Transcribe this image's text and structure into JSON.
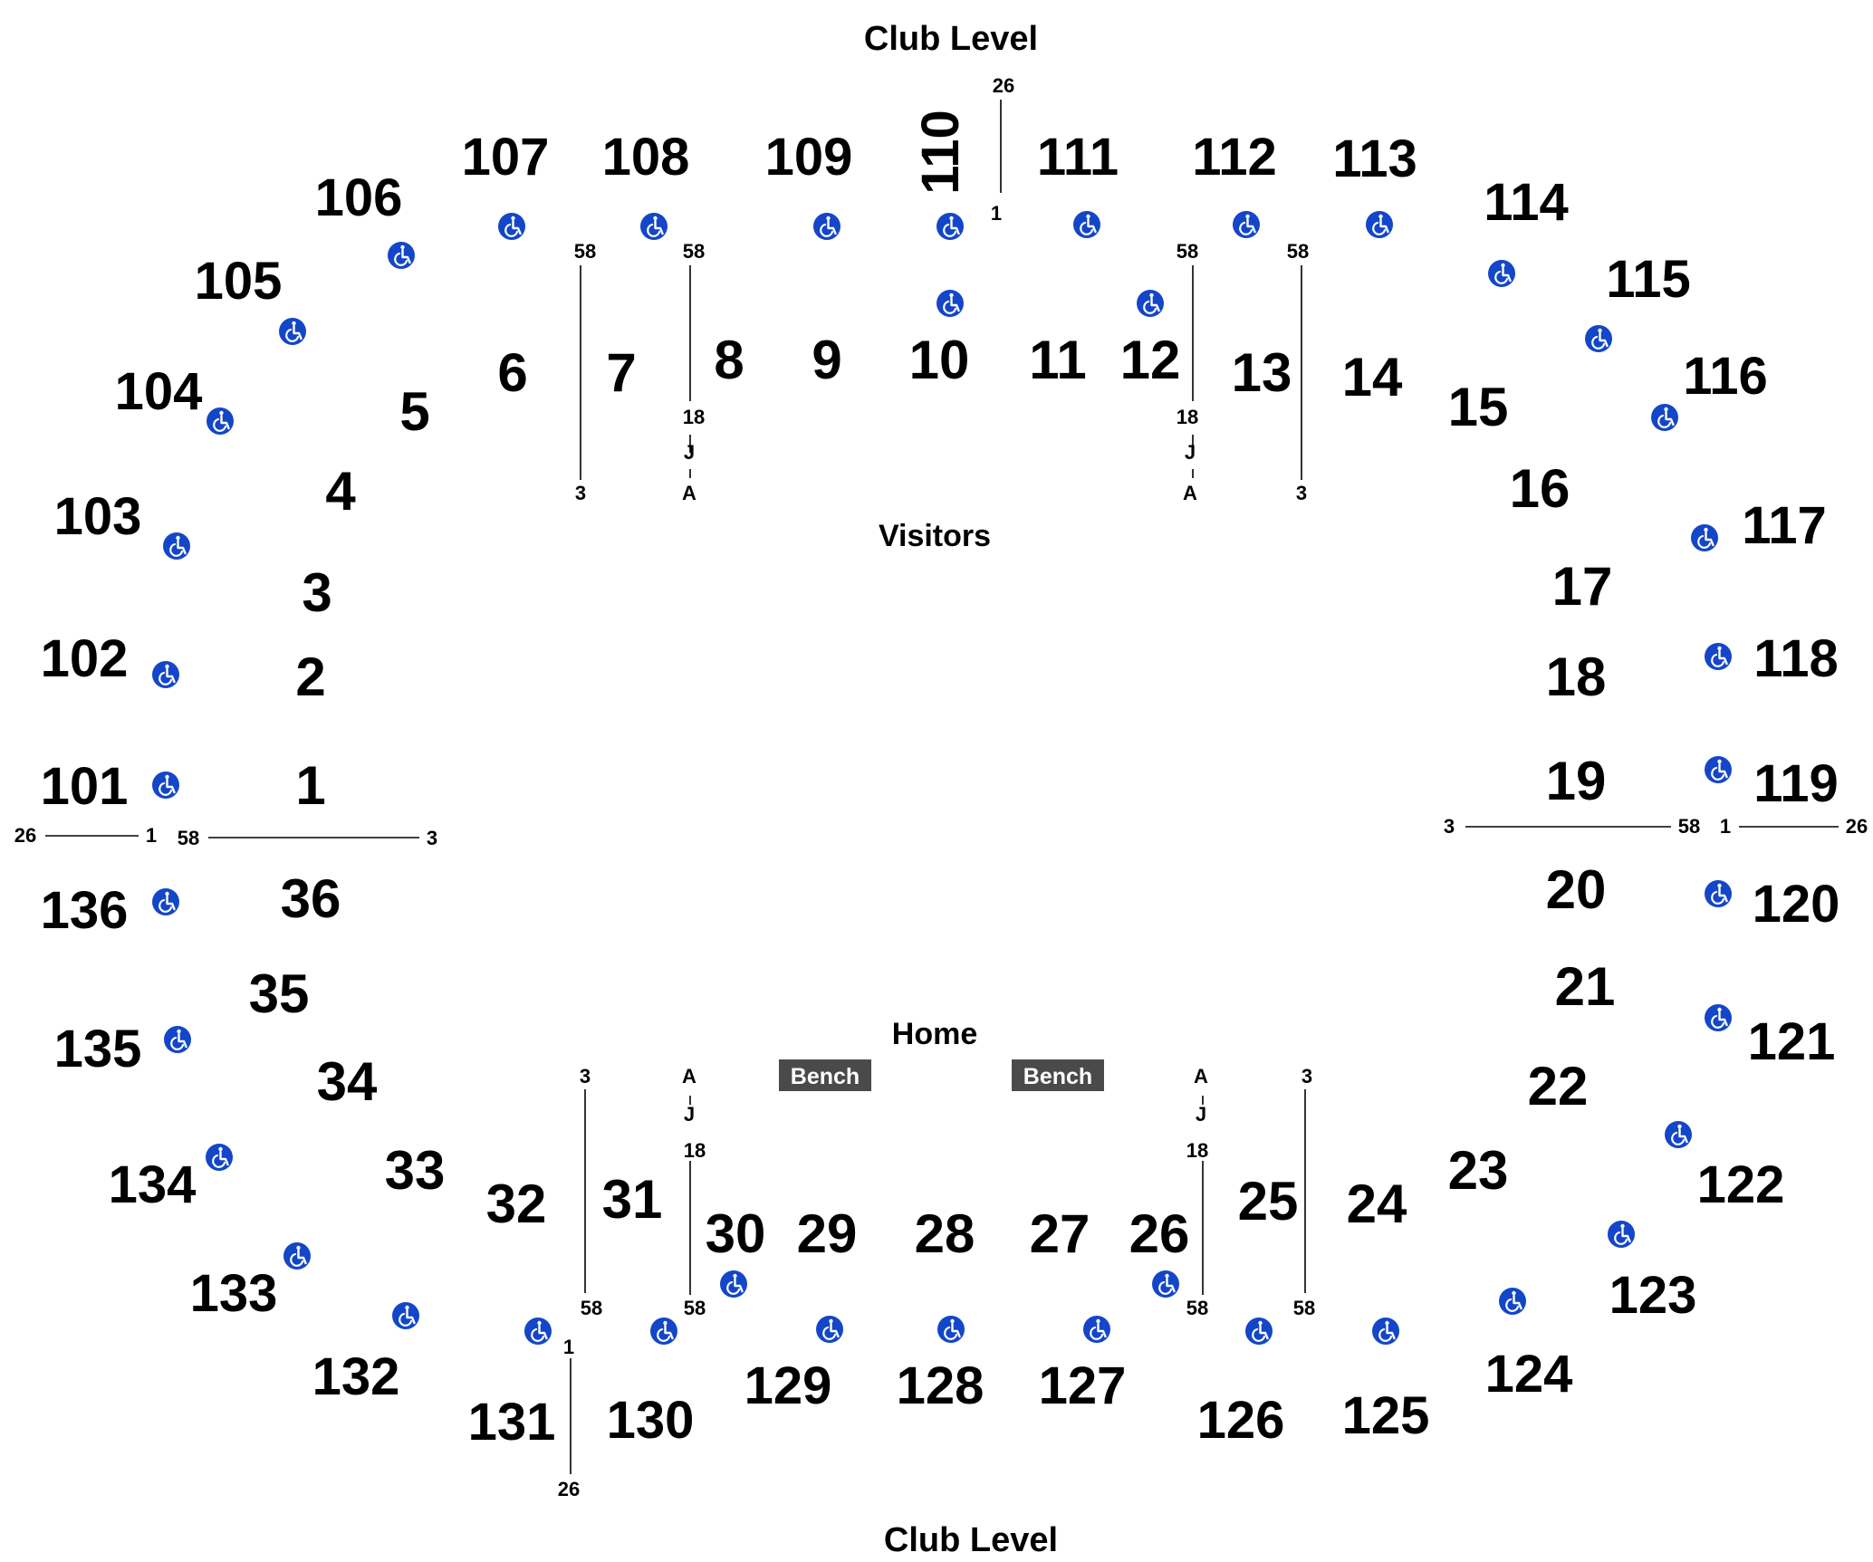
{
  "labels": {
    "club_level_top": "Club Level",
    "club_level_bottom": "Club Level",
    "visitors": "Visitors",
    "home": "Home",
    "bench_1": "Bench",
    "bench_2": "Bench"
  },
  "sections": {
    "lower": [
      "1",
      "2",
      "3",
      "4",
      "5",
      "6",
      "7",
      "8",
      "9",
      "10",
      "11",
      "12",
      "13",
      "14",
      "15",
      "16",
      "17",
      "18",
      "19",
      "20",
      "21",
      "22",
      "23",
      "24",
      "25",
      "26",
      "27",
      "28",
      "29",
      "30",
      "31",
      "32",
      "33",
      "34",
      "35",
      "36"
    ],
    "upper": [
      "101",
      "102",
      "103",
      "104",
      "105",
      "106",
      "107",
      "108",
      "109",
      "110",
      "111",
      "112",
      "113",
      "114",
      "115",
      "116",
      "117",
      "118",
      "119",
      "120",
      "121",
      "122",
      "123",
      "124",
      "125",
      "126",
      "127",
      "128",
      "129",
      "130",
      "131",
      "132",
      "133",
      "134",
      "135",
      "136"
    ]
  },
  "row_markers": {
    "top_left_3": "58",
    "top_left_3_end": "3",
    "top_left_8": "58",
    "top_left_8_mid": "18",
    "top_left_8_j": "J",
    "top_left_8_a": "A",
    "top_right_12": "58",
    "top_right_12_mid": "18",
    "top_right_12_j": "J",
    "top_right_12_a": "A",
    "top_right_13": "58",
    "top_right_13_end": "3",
    "top_110_a": "26",
    "top_110_b": "1",
    "left_upper_a": "26",
    "left_upper_b": "1",
    "left_lower_a": "58",
    "left_lower_b": "3",
    "right_lower_a": "3",
    "right_lower_b": "58",
    "right_upper_a": "1",
    "right_upper_b": "26",
    "bot_left_3": "3",
    "bot_left_58": "58",
    "bot_left_a": "A",
    "bot_left_j": "J",
    "bot_left_18": "18",
    "bot_left_58b": "58",
    "bot_right_a": "A",
    "bot_right_j": "J",
    "bot_right_18": "18",
    "bot_right_58": "58",
    "bot_right_3": "3",
    "bot_right_58b": "58",
    "bot_131_a": "1",
    "bot_131_b": "26"
  },
  "colors": {
    "accessible": "#1346c8",
    "bench": "#4a4a4a",
    "text": "#000000"
  },
  "icons": {
    "accessible": "wheelchair-icon"
  }
}
